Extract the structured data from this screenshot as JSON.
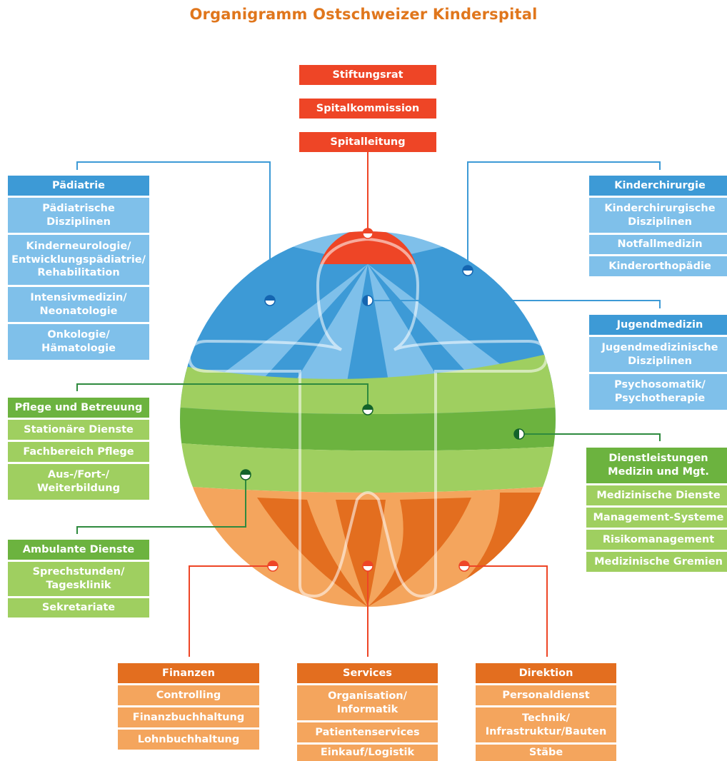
{
  "title": "Organigramm Ostschweizer Kinderspital",
  "colors": {
    "red": "#ee4526",
    "blue_dark": "#3d9ad6",
    "blue_light": "#7fc0ea",
    "green_dark": "#6cb33f",
    "green_light": "#9fcf60",
    "orange_dark": "#e36e1f",
    "orange_light": "#f4a55d"
  },
  "top": [
    "Stiftungsrat",
    "Spitalkommission",
    "Spitalleitung"
  ],
  "paediatrie": {
    "header": "Pädiatrie",
    "items": [
      "Pädiatrische\nDisziplinen",
      "Kinderneurologie/\nEntwicklungspädiatrie/\nRehabilitation",
      "Intensivmedizin/\nNeonatologie",
      "Onkologie/\nHämatologie"
    ]
  },
  "kinderchirurgie": {
    "header": "Kinderchirurgie",
    "items": [
      "Kinderchirurgische\nDisziplinen",
      "Notfallmedizin",
      "Kinderorthopädie"
    ]
  },
  "jugendmedizin": {
    "header": "Jugendmedizin",
    "items": [
      "Jugendmedizinische\nDisziplinen",
      "Psychosomatik/\nPsychotherapie"
    ]
  },
  "pflege": {
    "header": "Pflege und Betreuung",
    "items": [
      "Stationäre Dienste",
      "Fachbereich Pflege",
      "Aus-/Fort-/\nWeiterbildung"
    ]
  },
  "dienstleistungen": {
    "header": "Dienstleistungen\nMedizin und Mgt.",
    "items": [
      "Medizinische Dienste",
      "Management-Systeme",
      "Risikomanagement",
      "Medizinische Gremien"
    ]
  },
  "ambulant": {
    "header": "Ambulante Dienste",
    "items": [
      "Sprechstunden/\nTagesklinik",
      "Sekretariate"
    ]
  },
  "finanzen": {
    "header": "Finanzen",
    "items": [
      "Controlling",
      "Finanzbuchhaltung",
      "Lohnbuchhaltung"
    ]
  },
  "services": {
    "header": "Services",
    "items": [
      "Organisation/\nInformatik",
      "Patientenservices",
      "Einkauf/Logistik"
    ]
  },
  "direktion": {
    "header": "Direktion",
    "items": [
      "Personaldienst",
      "Technik/\nInfrastruktur/Bauten",
      "Stäbe"
    ]
  }
}
